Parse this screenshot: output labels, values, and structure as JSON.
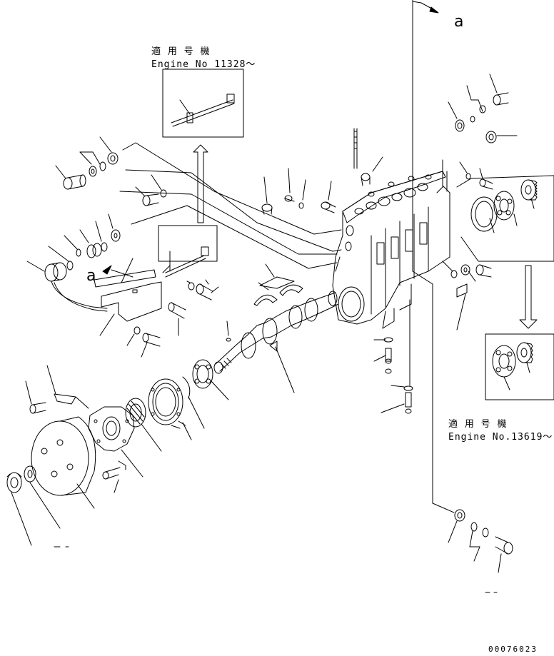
{
  "labels": {
    "applicable_1_jp": "適 用 号 機",
    "applicable_1_en": "Engine No 11328～",
    "applicable_2_jp": "適 用 号 機",
    "applicable_2_en": "Engine No.13619～",
    "ref_a_top": "a",
    "ref_a_left": "a",
    "drawing_number": "00076023"
  },
  "colors": {
    "ink": "#000000",
    "paper": "#ffffff"
  }
}
